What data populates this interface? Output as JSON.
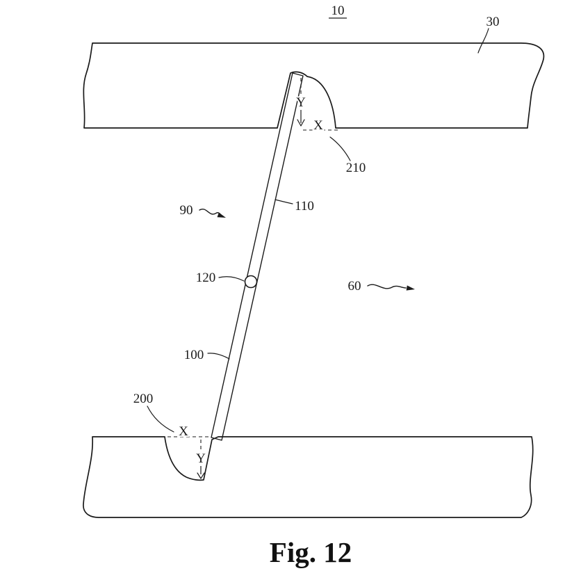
{
  "figure": {
    "caption": "Fig. 12",
    "top_reference": "10",
    "colors": {
      "line": "#1a1a1a",
      "background": "#ffffff"
    },
    "references": {
      "r30": "30",
      "r60": "60",
      "r90": "90",
      "r100": "100",
      "r110": "110",
      "r120": "120",
      "r200": "200",
      "r210": "210"
    },
    "datum_marks": {
      "top_x": "X",
      "top_y": "Y",
      "bottom_x": "X",
      "bottom_y": "Y"
    }
  }
}
